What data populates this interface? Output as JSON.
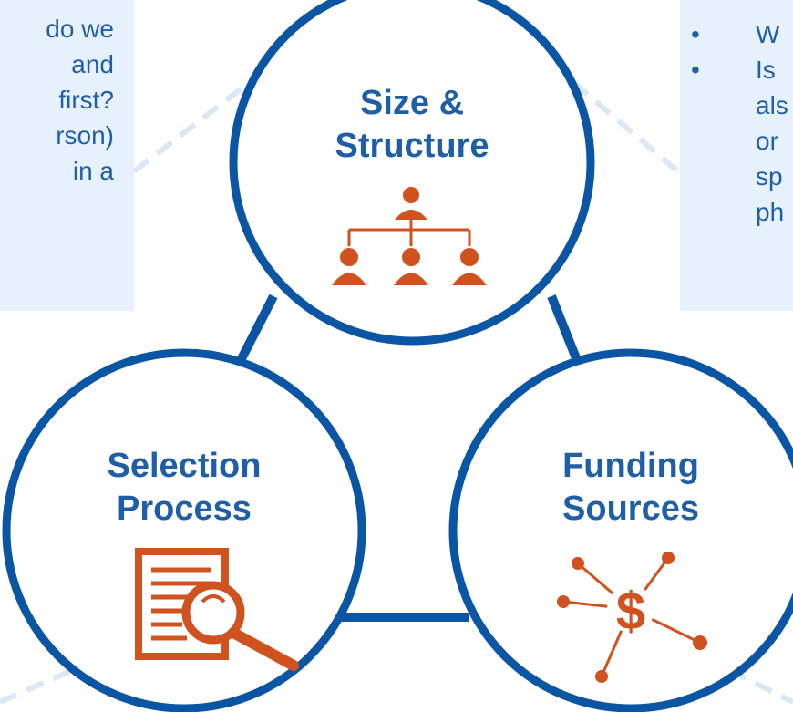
{
  "callouts": {
    "left": {
      "lines": [
        "do we",
        "and",
        "first?",
        "rson)",
        "in a"
      ]
    },
    "right": {
      "bullet_char": "•",
      "bullets": [
        {
          "lines": [
            "W"
          ]
        },
        {
          "lines": [
            "Is",
            "als",
            "or",
            "sp",
            "ph"
          ]
        }
      ]
    }
  },
  "nodes": {
    "size_structure": {
      "line1": "Size &",
      "line2": "Structure",
      "icon": "org-chart-icon"
    },
    "selection_process": {
      "line1": "Selection",
      "line2": "Process",
      "icon": "document-search-icon"
    },
    "funding_sources": {
      "line1": "Funding",
      "line2": "Sources",
      "icon": "dollar-network-icon"
    }
  },
  "colors": {
    "circle_stroke": "#0b56a4",
    "text_blue": "#1f5fa8",
    "icon_orange": "#d0521f",
    "callout_bg": "#e7f1fb",
    "dashed_line": "#dbe7f3"
  }
}
